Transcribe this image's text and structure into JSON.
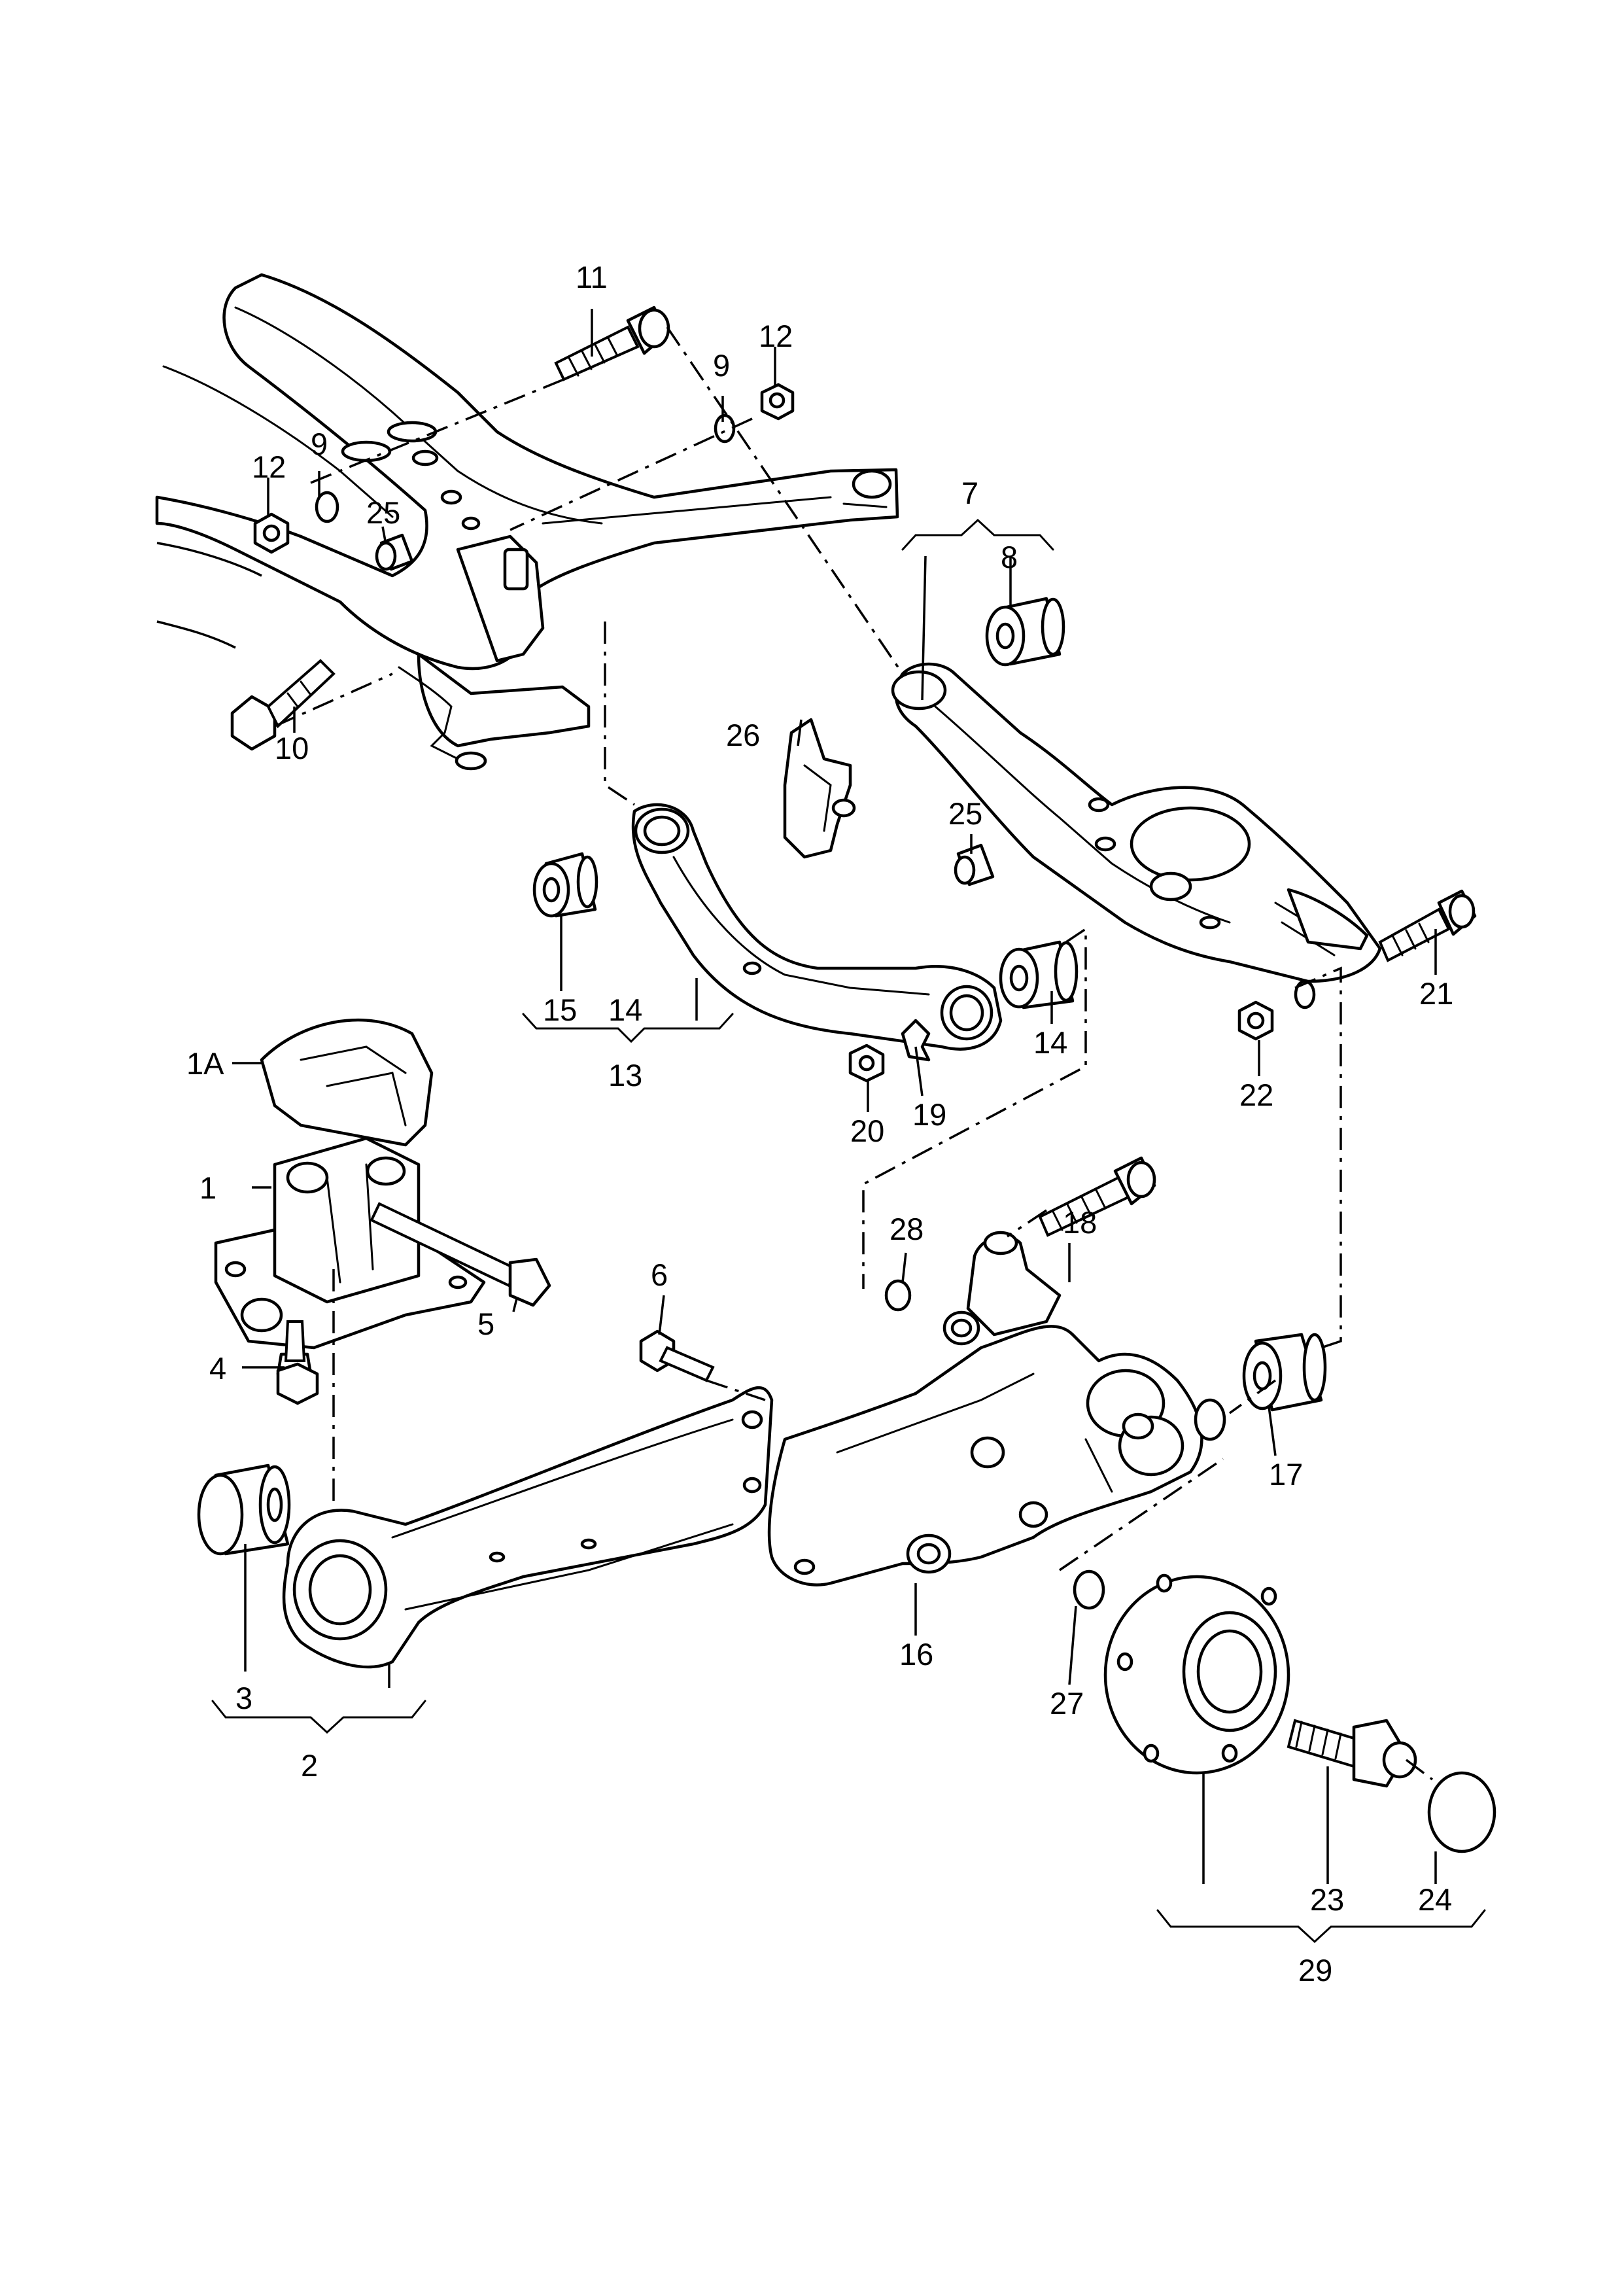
{
  "callouts": {
    "c1": "1",
    "c1a": "1A",
    "c2": "2",
    "c3": "3",
    "c4": "4",
    "c5": "5",
    "c6": "6",
    "c7": "7",
    "c8": "8",
    "c9a": "9",
    "c9b": "9",
    "c10": "10",
    "c11": "11",
    "c12a": "12",
    "c12b": "12",
    "c13": "13",
    "c14a": "14",
    "c14b": "14",
    "c15": "15",
    "c16": "16",
    "c17": "17",
    "c18": "18",
    "c19": "19",
    "c20": "20",
    "c21": "21",
    "c22": "22",
    "c23": "23",
    "c24": "24",
    "c25a": "25",
    "c25b": "25",
    "c26": "26",
    "c27": "27",
    "c28": "28",
    "c29": "29"
  }
}
